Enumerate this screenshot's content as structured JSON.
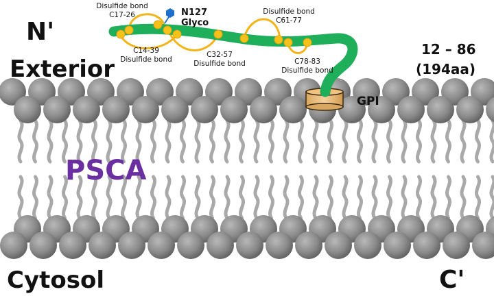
{
  "labels": {
    "n_terminus": "N'",
    "c_terminus": "C'",
    "exterior": "Exterior",
    "cytosol": "Cytosol",
    "protein": "PSCA",
    "range_line1": "12 – 86",
    "range_line2": "(194aa)",
    "gpi": "GPI",
    "glyco_line1": "N127",
    "glyco_line2": "Glyco"
  },
  "disulfide_bonds": [
    {
      "id": "C17-26",
      "line1": "Disulfide bond",
      "line2": "C17-26"
    },
    {
      "id": "C14-39",
      "line1": "C14-39",
      "line2": "Disulfide bond"
    },
    {
      "id": "C32-57",
      "line1": "C32-57",
      "line2": "Disulfide bond"
    },
    {
      "id": "C61-77",
      "line1": "Disulfide bond",
      "line2": "C61-77"
    },
    {
      "id": "C78-83",
      "line1": "C78-83",
      "line2": "Disulfide bond"
    }
  ],
  "colors": {
    "protein_chain": "#1fae5a",
    "disulfide_bond": "#f2b418",
    "cysteine": "#f5c21a",
    "glycan": "#1f6fcf",
    "gpi_anchor": "#f3c27c",
    "lipid_head": "#8a8a8a",
    "lipid_tail": "#a9a9a9",
    "protein_label": "#6a2fa0"
  },
  "icons": {
    "glycan": "hexagon-icon",
    "gpi_anchor": "cylinder-icon",
    "lipid": "phospholipid-icon"
  }
}
